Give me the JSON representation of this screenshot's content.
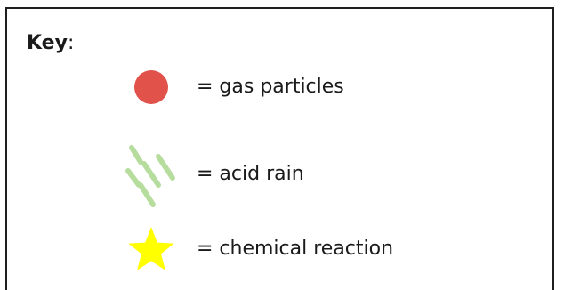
{
  "key": {
    "title": "Key",
    "title_suffix": ":"
  },
  "legend": [
    {
      "icon": "circle-icon",
      "color": "#e0524a",
      "label": "= gas particles"
    },
    {
      "icon": "rain-streaks-icon",
      "color": "#b7dd9e",
      "label": "= acid rain"
    },
    {
      "icon": "star-icon",
      "color": "#ffff00",
      "label": "= chemical reaction"
    }
  ]
}
